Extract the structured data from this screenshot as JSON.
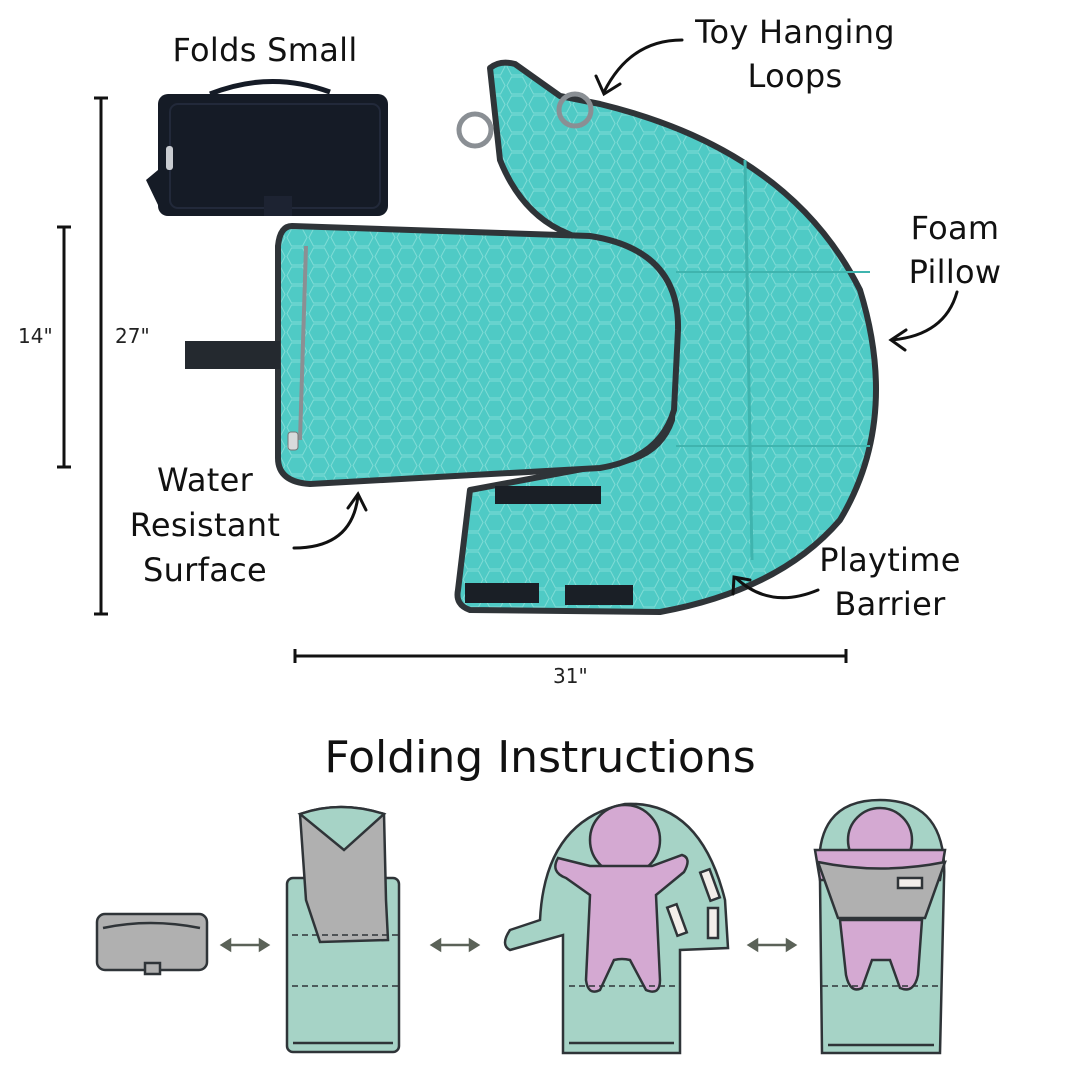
{
  "callouts": {
    "folds_small": "Folds Small",
    "toy_loops_line1": "Toy Hanging",
    "toy_loops_line2": "Loops",
    "foam_line1": "Foam",
    "foam_line2": "Pillow",
    "water_line1": "Water",
    "water_line2": "Resistant",
    "water_line3": "Surface",
    "playtime_line1": "Playtime",
    "playtime_line2": "Barrier"
  },
  "dimensions": {
    "folded_height": "14\"",
    "open_height": "27\"",
    "open_width": "31\""
  },
  "instructions": {
    "title": "Folding Instructions",
    "steps": [
      "folded-bag",
      "partially-folded-mat",
      "open-mat-with-baby",
      "baby-secured-with-barrier"
    ]
  },
  "colors": {
    "mat_teal": "#4fc9c4",
    "mat_edge": "#2f3438",
    "bag_black": "#151b26",
    "diagram_green": "#a6d3c6",
    "diagram_gray": "#b0b0b0",
    "diagram_pink": "#d4a9d2",
    "ink": "#111111"
  }
}
